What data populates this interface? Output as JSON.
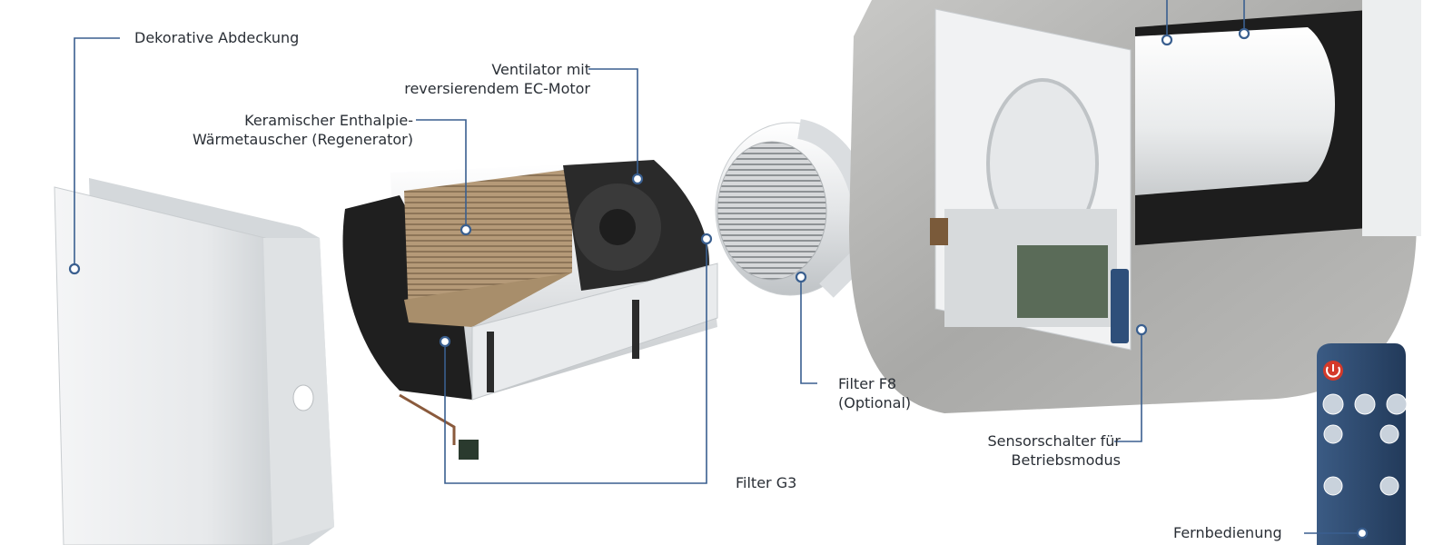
{
  "colors": {
    "leader": "#3a5f8f",
    "text": "#2a2f36",
    "concrete": "#b9b9b7",
    "panel": "#eceef0",
    "remote": "#2d4a6f",
    "power": "#d43a2a"
  },
  "labels": {
    "cover": "Dekorative Abdeckung",
    "fan_line1": "Ventilator mit",
    "fan_line2": "reversierendem EC-Motor",
    "exchanger_line1": "Keramischer Enthalpie-",
    "exchanger_line2": "Wärmetauscher (Regenerator)",
    "filter_f8_line1": "Filter F8",
    "filter_f8_line2": "(Optional)",
    "filter_g3": "Filter G3",
    "sensor_line1": "Sensorschalter für",
    "sensor_line2": "Betriebsmodus",
    "remote": "Fernbedienung"
  },
  "icons": {
    "power": "power-icon",
    "speed_3": "speed-3-icon",
    "speed_2": "speed-2-icon",
    "speed_1": "speed-1-icon",
    "mode_left": "rotate-left-icon",
    "mode_cycle": "cycle-icon",
    "bottom_left": "filter-icon",
    "bottom_right": "timer-icon"
  }
}
